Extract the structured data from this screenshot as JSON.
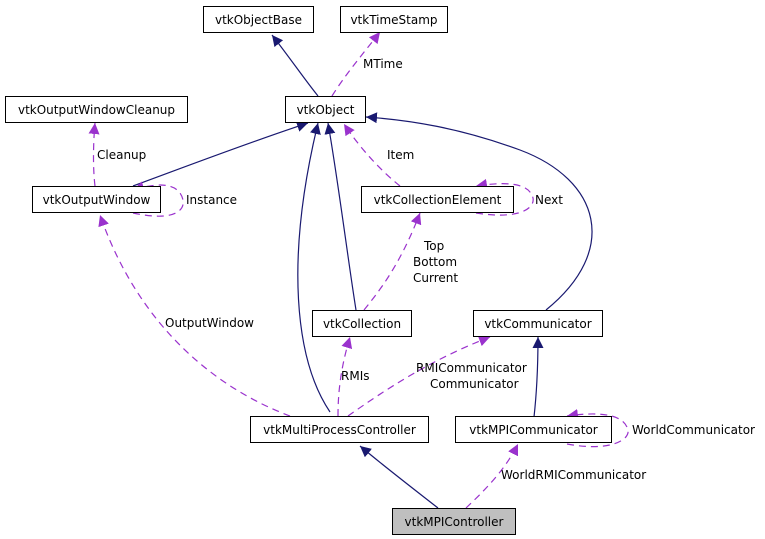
{
  "nodes": {
    "objectbase": "vtkObjectBase",
    "timestamp": "vtkTimeStamp",
    "cleanup": "vtkOutputWindowCleanup",
    "object": "vtkObject",
    "outputwindow": "vtkOutputWindow",
    "collectionelement": "vtkCollectionElement",
    "collection": "vtkCollection",
    "communicator": "vtkCommunicator",
    "multiprocess": "vtkMultiProcessController",
    "mpicommunicator": "vtkMPICommunicator",
    "mpicontroller": "vtkMPIController"
  },
  "edge_labels": {
    "mtime": "MTime",
    "cleanup": "Cleanup",
    "instance": "Instance",
    "item": "Item",
    "next": "Next",
    "top": "Top",
    "bottom": "Bottom",
    "current": "Current",
    "outputwindow": "OutputWindow",
    "rmis": "RMIs",
    "rmicommunicator": "RMICommunicator",
    "communicator": "Communicator",
    "worldcommunicator": "WorldCommunicator",
    "worldrmicommunicator": "WorldRMICommunicator"
  },
  "colors": {
    "inheritance": "#191970",
    "usage": "#9a32cd",
    "focus_fill": "#bfbfbf"
  }
}
